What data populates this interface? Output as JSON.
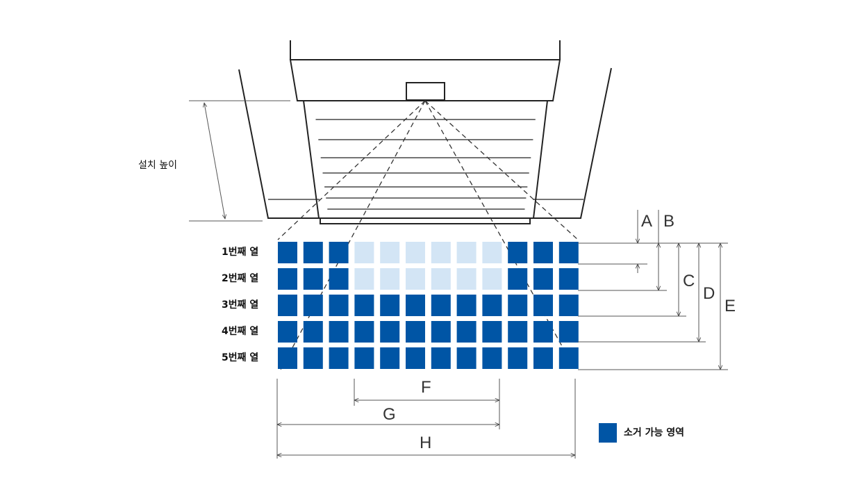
{
  "install_height_label": "설치 높이",
  "row_labels": [
    "1번째 열",
    "2번째 열",
    "3번째 열",
    "4번째 열",
    "5번째 열"
  ],
  "dimension_letters": {
    "A": "A",
    "B": "B",
    "C": "C",
    "D": "D",
    "E": "E",
    "F": "F",
    "G": "G",
    "H": "H"
  },
  "legend": {
    "label": "소거 가능 영역",
    "color": "#0055a5"
  },
  "colors": {
    "erasable": "#0055a5",
    "light": "#d3e5f5",
    "stroke": "#222222",
    "dim": "#555555"
  },
  "grid": {
    "rows": 5,
    "cols": 12,
    "cells": [
      [
        1,
        1,
        1,
        0,
        0,
        0,
        0,
        0,
        0,
        1,
        1,
        1
      ],
      [
        1,
        1,
        1,
        0,
        0,
        0,
        0,
        0,
        0,
        1,
        1,
        1
      ],
      [
        1,
        1,
        1,
        1,
        1,
        1,
        1,
        1,
        1,
        1,
        1,
        1
      ],
      [
        1,
        1,
        1,
        1,
        1,
        1,
        1,
        1,
        1,
        1,
        1,
        1
      ],
      [
        1,
        1,
        1,
        1,
        1,
        1,
        1,
        1,
        1,
        1,
        1,
        1
      ]
    ]
  }
}
